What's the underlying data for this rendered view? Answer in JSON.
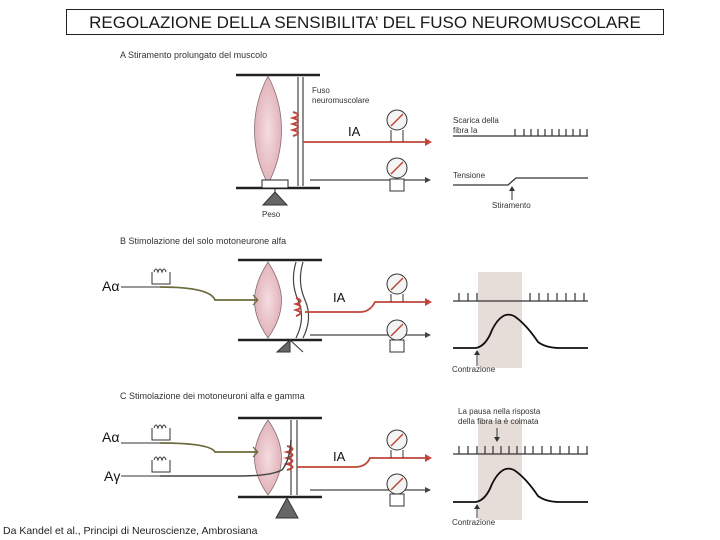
{
  "title": "REGOLAZIONE DELLA SENSIBILITA’ DEL FUSO NEUROMUSCOLARE",
  "credit": "Da Kandel et al., Principi di Neuroscienze, Ambrosiana",
  "panels": {
    "a": {
      "heading": "A  Stiramento prolungato del muscolo",
      "spindle_label_line1": "Fuso",
      "spindle_label_line2": "neuromuscolare",
      "weight_label": "Peso",
      "ia_label": "IA",
      "trace1_label_line1": "Scarica della",
      "trace1_label_line2": "fibra Ia",
      "trace2_label": "Tensione",
      "stretch_label": "Stiramento"
    },
    "b": {
      "heading": "B  Stimolazione del solo motoneurone alfa",
      "alpha_label": "Aα",
      "ia_label": "IA",
      "contraction_label": "Contrazione"
    },
    "c": {
      "heading": "C  Stimolazione dei motoneuroni alfa e gamma",
      "alpha_label": "Aα",
      "gamma_label": "Aγ",
      "ia_label": "IA",
      "pause_label_line1": "La pausa nella risposta",
      "pause_label_line2": "della fibra Ia è colmata",
      "contraction_label": "Contrazione"
    }
  },
  "colors": {
    "muscle_fill": "#eecfd3",
    "afferent": "#c0463a",
    "motor": "#6b6b3c",
    "highlight_band": "#e6dcd8"
  }
}
